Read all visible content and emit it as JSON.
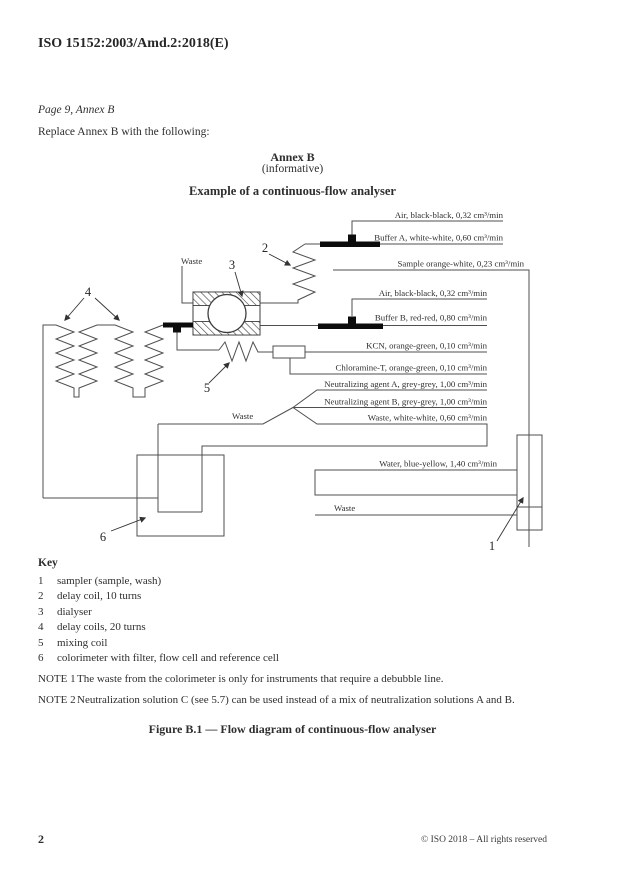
{
  "page": {
    "header_code": "ISO 15152:2003/Amd.2:2018(E)",
    "page_ref": "Page 9, Annex B",
    "replace_instruction": "Replace Annex B with the following:",
    "annex_title": "Annex B",
    "annex_subtitle": "(informative)",
    "section_heading": "Example of a continuous-flow analyser",
    "figure_caption": "Figure B.1 — Flow diagram of continuous-flow analyser",
    "page_number": "2",
    "copyright_notice": "© ISO 2018 – All rights reserved"
  },
  "diagram": {
    "flow_labels": {
      "air_top": "Air, black-black, 0,32 cm³/min",
      "buffer_a": "Buffer A, white-white, 0,60 cm³/min",
      "sample": "Sample orange-white, 0,23 cm³/min",
      "air_mid": "Air, black-black, 0,32 cm³/min",
      "buffer_b": "Buffer B, red-red, 0,80 cm³/min",
      "kcn": "KCN, orange-green, 0,10 cm³/min",
      "chloramine": "Chloramine-T, orange-green, 0,10 cm³/min",
      "neut_a": "Neutralizing agent A, grey-grey, 1,00 cm³/min",
      "neut_b": "Neutralizing agent B, grey-grey, 1,00 cm³/min",
      "waste_pump": "Waste, white-white, 0,60 cm³/min",
      "water": "Water, blue-yellow, 1,40 cm³/min"
    },
    "waste_labels": {
      "dialyser": "Waste",
      "colorimeter": "Waste",
      "sampler": "Waste"
    },
    "callouts": {
      "c1": "1",
      "c2": "2",
      "c3": "3",
      "c4": "4",
      "c5": "5",
      "c6": "6"
    }
  },
  "key": {
    "title": "Key",
    "items": [
      {
        "num": "1",
        "desc": "sampler (sample, wash)"
      },
      {
        "num": "2",
        "desc": "delay coil, 10 turns"
      },
      {
        "num": "3",
        "desc": "dialyser"
      },
      {
        "num": "4",
        "desc": "delay coils, 20 turns"
      },
      {
        "num": "5",
        "desc": "mixing coil"
      },
      {
        "num": "6",
        "desc": "colorimeter with filter, flow cell and reference cell"
      }
    ]
  },
  "notes": [
    {
      "label": "NOTE 1",
      "text": "The waste from the colorimeter is only for instruments that require a debubble line."
    },
    {
      "label": "NOTE 2",
      "text": "Neutralization solution C (see 5.7) can be used instead of a mix of neutralization solutions A and B."
    }
  ]
}
